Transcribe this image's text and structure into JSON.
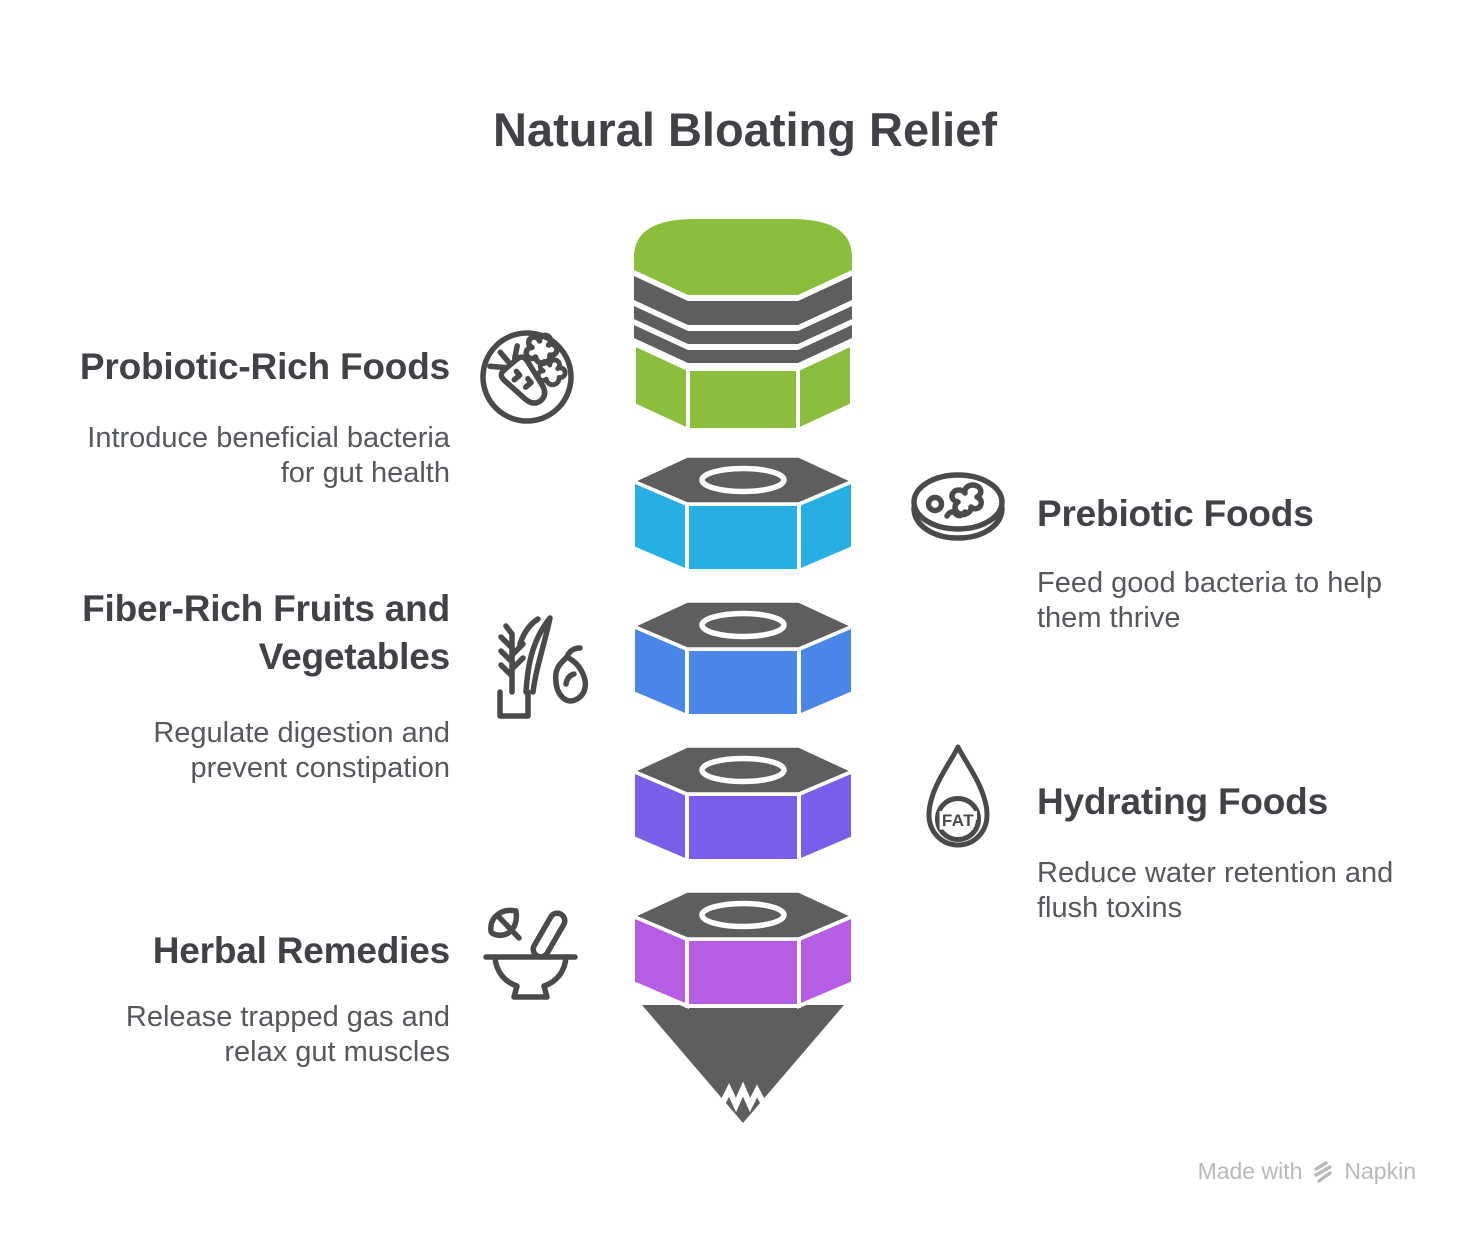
{
  "title": "Natural Bloating Relief",
  "colors": {
    "green": "#8CBE3E",
    "cyan": "#27AFE4",
    "blue": "#4A85E8",
    "purple": "#7A5DE8",
    "magenta": "#B65DE6",
    "gray": "#5E5E5E",
    "icon": "#494A4C",
    "heading_text": "#404247",
    "desc_text": "#55585C",
    "watermark": "#B9B9B9"
  },
  "items": {
    "probiotic": {
      "title": "Probiotic-Rich Foods",
      "desc": "Introduce beneficial bacteria for gut health",
      "icon": "carrot-vegetables-icon"
    },
    "prebiotic": {
      "title": "Prebiotic Foods",
      "desc": "Feed good bacteria to help them thrive",
      "icon": "petri-dish-icon"
    },
    "fiber": {
      "title": "Fiber-Rich Fruits and Vegetables",
      "desc": "Regulate digestion and prevent constipation",
      "icon": "plants-icon"
    },
    "hydrating": {
      "title": "Hydrating Foods",
      "desc": "Reduce water retention and flush toxins",
      "icon": "water-drop-icon",
      "icon_label": "FAT"
    },
    "herbal": {
      "title": "Herbal Remedies",
      "desc": "Release trapped gas and relax gut muscles",
      "icon": "mortar-pestle-icon"
    }
  },
  "funnel": {
    "shape": "pencil",
    "segments": [
      {
        "id": "probiotic",
        "color": "green"
      },
      {
        "id": "prebiotic",
        "color": "cyan"
      },
      {
        "id": "fiber",
        "color": "blue"
      },
      {
        "id": "hydrating",
        "color": "purple"
      },
      {
        "id": "herbal",
        "color": "magenta"
      },
      {
        "id": "tip",
        "color": "gray"
      }
    ]
  },
  "watermark": {
    "prefix": "Made with",
    "brand": "Napkin"
  }
}
